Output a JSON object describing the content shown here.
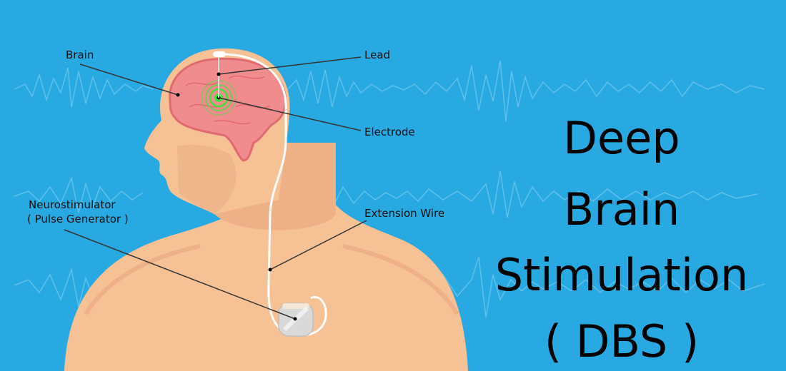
{
  "title": {
    "line1": "Deep",
    "line2": "Brain",
    "line3": "Stimulation",
    "line4": "( DBS )"
  },
  "labels": {
    "brain": "Brain",
    "lead": "Lead",
    "electrode": "Electrode",
    "neurostimulator": "Neurostimulator",
    "pulse_generator": "( Pulse Generator )",
    "extension_wire": "Extension Wire"
  },
  "colors": {
    "background": "#29a9e1",
    "skin": "#f5c195",
    "skin_shadow": "#eeb087",
    "brain": "#f18c8e",
    "brain_outline": "#e06a6f",
    "electrode_glow": "#39e639",
    "wave": "#6cc6ee",
    "wire": "#ffffff",
    "device": "#d9d9d9"
  }
}
